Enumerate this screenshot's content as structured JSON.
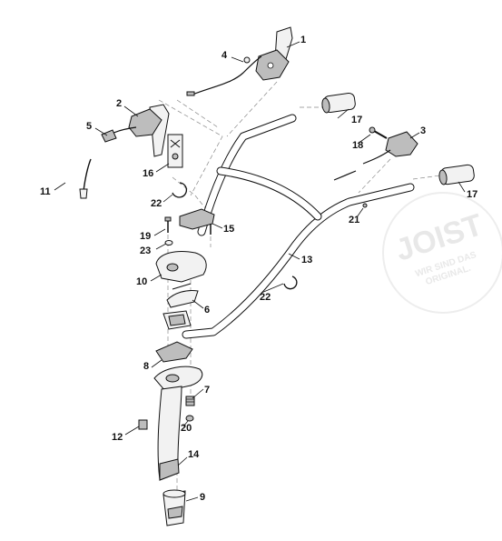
{
  "diagram": {
    "callouts": [
      {
        "id": "c1",
        "label": "1"
      },
      {
        "id": "c2",
        "label": "2"
      },
      {
        "id": "c3",
        "label": "3"
      },
      {
        "id": "c4",
        "label": "4"
      },
      {
        "id": "c5",
        "label": "5"
      },
      {
        "id": "c6",
        "label": "6"
      },
      {
        "id": "c7",
        "label": "7"
      },
      {
        "id": "c8",
        "label": "8"
      },
      {
        "id": "c9",
        "label": "9"
      },
      {
        "id": "c10",
        "label": "10"
      },
      {
        "id": "c11",
        "label": "11"
      },
      {
        "id": "c12",
        "label": "12"
      },
      {
        "id": "c13",
        "label": "13"
      },
      {
        "id": "c14",
        "label": "14"
      },
      {
        "id": "c15",
        "label": "15"
      },
      {
        "id": "c16",
        "label": "16"
      },
      {
        "id": "c17a",
        "label": "17"
      },
      {
        "id": "c17b",
        "label": "17"
      },
      {
        "id": "c18",
        "label": "18"
      },
      {
        "id": "c19",
        "label": "19"
      },
      {
        "id": "c20",
        "label": "20"
      },
      {
        "id": "c21",
        "label": "21"
      },
      {
        "id": "c22a",
        "label": "22"
      },
      {
        "id": "c22b",
        "label": "22"
      },
      {
        "id": "c23",
        "label": "23"
      }
    ]
  },
  "watermark": {
    "brand": "JOIST",
    "line1": "WIR SIND DAS",
    "line2": "ORIGINAL."
  }
}
